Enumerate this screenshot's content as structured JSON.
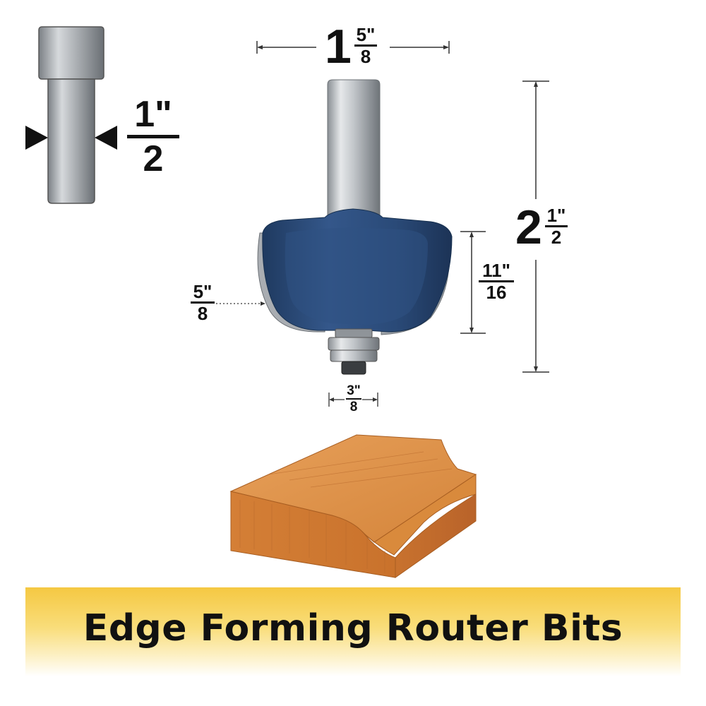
{
  "overall_width": {
    "whole": "1",
    "numerator": "5\"",
    "denominator": "8"
  },
  "shank_diameter": {
    "numerator": "1\"",
    "denominator": "2"
  },
  "overall_length": {
    "whole": "2",
    "numerator": "1\"",
    "denominator": "2"
  },
  "cutting_length": {
    "numerator": "11\"",
    "denominator": "16"
  },
  "radius": {
    "numerator": "5\"",
    "denominator": "8"
  },
  "bearing_diameter": {
    "numerator": "3\"",
    "denominator": "8"
  },
  "banner": {
    "title": "Edge Forming Router Bits"
  },
  "colors": {
    "bit_body": "#2c4a75",
    "shank": "#b8bcc0",
    "wood": "#d98a3c",
    "banner_top": "#f5c842"
  },
  "icons": [
    "shank-diagram-icon",
    "router-bit-icon",
    "wood-profile-icon"
  ]
}
